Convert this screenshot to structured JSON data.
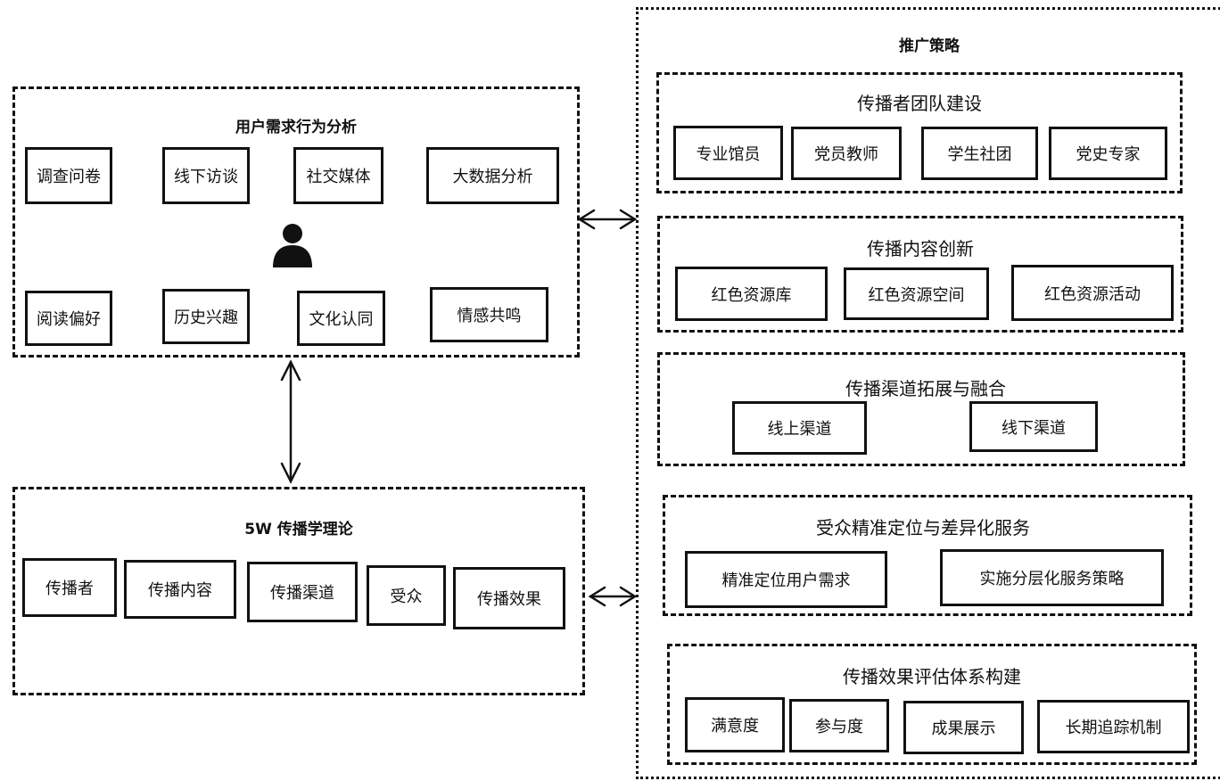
{
  "user_analysis": {
    "title": "用户需求行为分析",
    "methods": [
      "调查问卷",
      "线下访谈",
      "社交媒体",
      "大数据分析"
    ],
    "factors": [
      "阅读偏好",
      "历史兴趣",
      "文化认同",
      "情感共鸣"
    ],
    "icon": "person-icon"
  },
  "theory_5w": {
    "title": "5W 传播学理论",
    "items": [
      "传播者",
      "传播内容",
      "传播渠道",
      "受众",
      "传播效果"
    ]
  },
  "strategy": {
    "title": "推广策略",
    "groups": [
      {
        "title": "传播者团队建设",
        "items": [
          "专业馆员",
          "党员教师",
          "学生社团",
          "党史专家"
        ]
      },
      {
        "title": "传播内容创新",
        "items": [
          "红色资源库",
          "红色资源空间",
          "红色资源活动"
        ]
      },
      {
        "title": "传播渠道拓展与融合",
        "items": [
          "线上渠道",
          "线下渠道"
        ]
      },
      {
        "title": "受众精准定位与差异化服务",
        "items": [
          "精准定位用户需求",
          "实施分层化服务策略"
        ]
      },
      {
        "title": "传播效果评估体系构建",
        "items": [
          "满意度",
          "参与度",
          "成果展示",
          "长期追踪机制"
        ]
      }
    ]
  },
  "connectors": [
    {
      "from": "user_analysis",
      "to": "strategy",
      "type": "bidirectional"
    },
    {
      "from": "user_analysis",
      "to": "theory_5w",
      "type": "bidirectional"
    },
    {
      "from": "theory_5w",
      "to": "strategy",
      "type": "bidirectional"
    }
  ]
}
